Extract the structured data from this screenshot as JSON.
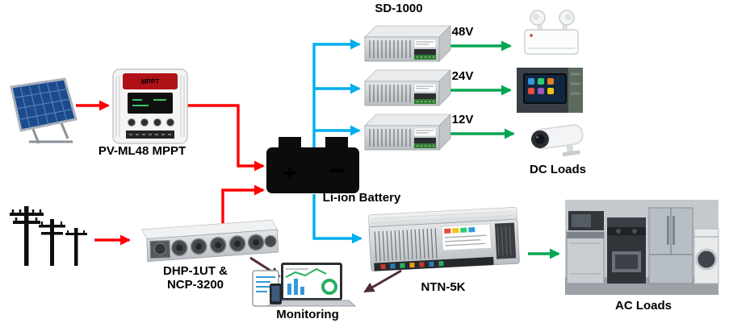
{
  "labels": {
    "sd1000": "SD-1000",
    "v48": "48V",
    "v24": "24V",
    "v12": "12V",
    "mppt": "PV-ML48 MPPT",
    "mppt_band": "MPPT",
    "battery": "Li-ion Battery",
    "battery_plus": "+",
    "battery_minus": "−",
    "dhp_line1": "DHP-1UT &",
    "dhp_line2": "NCP-3200",
    "monitoring": "Monitoring",
    "ntn": "NTN-5K",
    "dc_loads": "DC Loads",
    "ac_loads": "AC Loads"
  },
  "colors": {
    "power_in_arrow": "#ff0000",
    "dc_link_arrow": "#00aeef",
    "load_arrow": "#00a651",
    "monitor_arrow": "#4f2b38"
  },
  "connections": [
    {
      "from": "solar-panel",
      "to": "pv-ml48-mppt",
      "type": "power",
      "color": "#ff0000"
    },
    {
      "from": "pv-ml48-mppt",
      "to": "li-ion-battery",
      "type": "power",
      "color": "#ff0000"
    },
    {
      "from": "utility-grid",
      "to": "dhp-1ut-ncp-3200",
      "type": "power",
      "color": "#ff0000"
    },
    {
      "from": "dhp-1ut-ncp-3200",
      "to": "li-ion-battery",
      "type": "power",
      "color": "#ff0000"
    },
    {
      "from": "li-ion-battery",
      "to": "sd-1000-unit-1",
      "type": "dc",
      "color": "#00aeef"
    },
    {
      "from": "li-ion-battery",
      "to": "sd-1000-unit-2",
      "type": "dc",
      "color": "#00aeef"
    },
    {
      "from": "li-ion-battery",
      "to": "sd-1000-unit-3",
      "type": "dc",
      "color": "#00aeef"
    },
    {
      "from": "li-ion-battery",
      "to": "ntn-5k",
      "type": "dc",
      "color": "#00aeef"
    },
    {
      "from": "sd-1000-unit-1",
      "to": "dc-load-emergency-light",
      "label": "48V",
      "color": "#00a651"
    },
    {
      "from": "sd-1000-unit-2",
      "to": "dc-load-display",
      "label": "24V",
      "color": "#00a651"
    },
    {
      "from": "sd-1000-unit-3",
      "to": "dc-load-camera",
      "label": "12V",
      "color": "#00a651"
    },
    {
      "from": "ntn-5k",
      "to": "ac-loads",
      "color": "#00a651"
    },
    {
      "from": "dhp-1ut-ncp-3200",
      "to": "monitoring",
      "color": "#4f2b38"
    },
    {
      "from": "ntn-5k",
      "to": "monitoring",
      "color": "#4f2b38"
    }
  ]
}
